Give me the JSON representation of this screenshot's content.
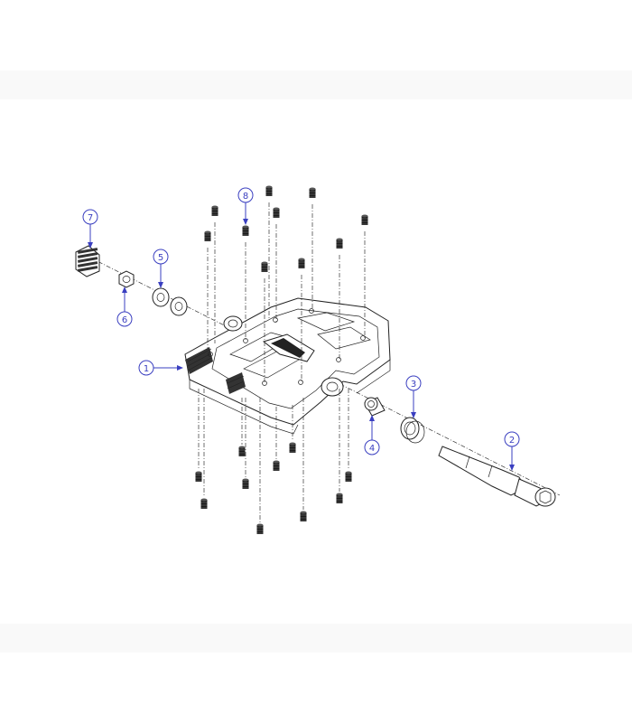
{
  "diagram": {
    "type": "exploded-assembly-view",
    "callouts": [
      {
        "id": "callout-1",
        "label": "1",
        "part": "pedal-body"
      },
      {
        "id": "callout-2",
        "label": "2",
        "part": "axle"
      },
      {
        "id": "callout-3",
        "label": "3",
        "part": "seal-ring"
      },
      {
        "id": "callout-4",
        "label": "4",
        "part": "bushing"
      },
      {
        "id": "callout-5",
        "label": "5",
        "part": "bearings"
      },
      {
        "id": "callout-6",
        "label": "6",
        "part": "lock-nut"
      },
      {
        "id": "callout-7",
        "label": "7",
        "part": "end-cap"
      },
      {
        "id": "callout-8",
        "label": "8",
        "part": "traction-pins"
      }
    ],
    "colors": {
      "callout": "#3a3fc0",
      "ink": "#222222",
      "pin": "#1c1c1c",
      "background": "#ffffff"
    }
  }
}
